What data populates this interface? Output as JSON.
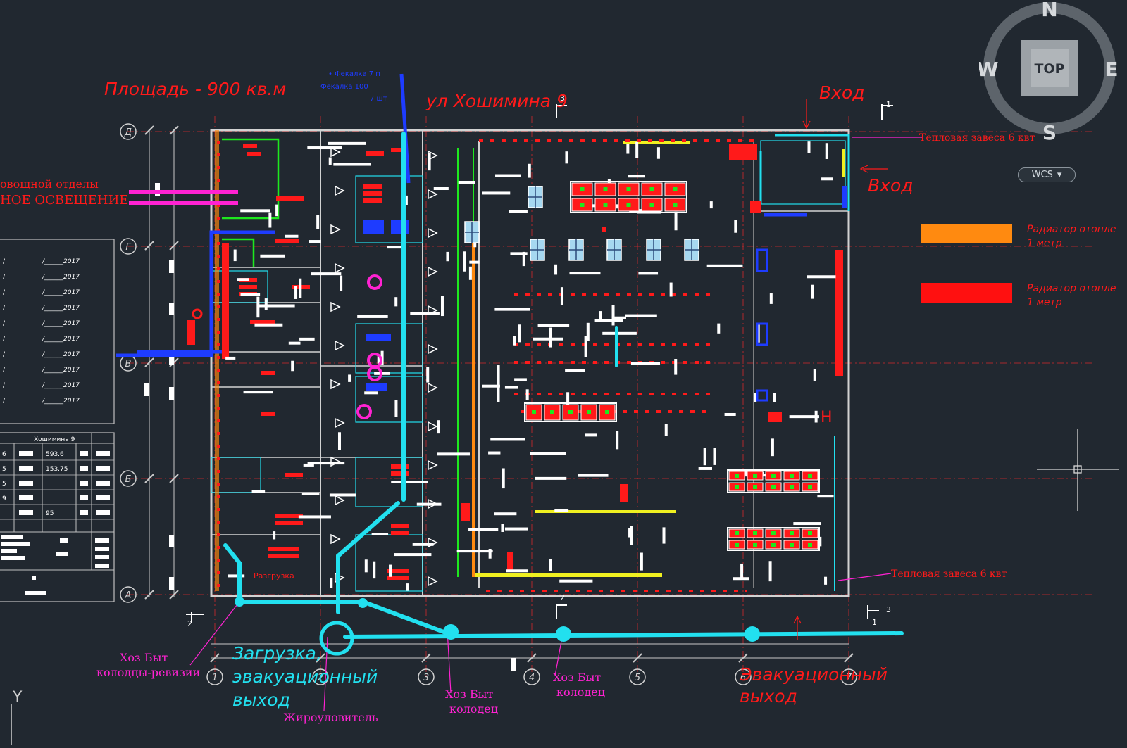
{
  "app": {
    "background": "#212830"
  },
  "plan": {
    "area_title": "Площадь - 900 кв.м",
    "street": "ул Хошимина 9",
    "entrance_1": "Вход",
    "entrance_2": "Вход",
    "curtain_top": "Тепловая завеса 6 квт",
    "curtain_bottom": "Тепловая завеса 6 квт",
    "left_note_1": "овощной отделы",
    "left_note_2": "НОЕ ОСВЕЩЕНИЕ",
    "loading_line_1": "Загрузка,",
    "loading_line_2": "эвакуационный",
    "loading_line_3": "выход",
    "evac_line_1": "Эвакуационный",
    "evac_line_2": "выход",
    "well_1_line_1": "Хоз Быт",
    "well_1_line_2": "колодцы-ревизии",
    "well_2_line_1": "Хоз Быт",
    "well_2_line_2": "колодец",
    "well_3_line_1": "Хоз Быт",
    "well_3_line_2": "колодец",
    "grease_trap": "Жироуловитель",
    "unloading": "Разгрузка",
    "riser_note_1": "• Фекалка 7 п",
    "riser_note_2": "Фекалка 100",
    "riser_note_3": "7 шт",
    "room_h_label": "H"
  },
  "grid": {
    "rows": [
      "Д",
      "Г",
      "В",
      "Б",
      "А"
    ],
    "cols": [
      "1",
      "2",
      "3",
      "4",
      "5",
      "6",
      "7"
    ],
    "section_marks": [
      "1",
      "2",
      "3",
      "1",
      "2",
      "3"
    ]
  },
  "legend": {
    "items": [
      {
        "label_1": "Радиатор отопле",
        "label_2": "1 метр",
        "color": "#ff8a10"
      },
      {
        "label_1": "Радиатор отопле",
        "label_2": "1 метр",
        "color": "#ff1010"
      }
    ]
  },
  "stamp": {
    "rows": [
      "/______2017",
      "/______2017",
      "/______2017",
      "/______2017",
      "/______2017",
      "/______2017",
      "/______2017",
      "/______2017",
      "/______2017",
      "/______2017"
    ]
  },
  "table": {
    "header": "Хошимина 9",
    "rows": [
      {
        "num": "6",
        "val": "593.6"
      },
      {
        "num": "5",
        "val": "153.75"
      },
      {
        "num": "5",
        "val": ""
      },
      {
        "num": "9",
        "val": ""
      },
      {
        "num": "",
        "val": "95"
      }
    ]
  },
  "viewcube": {
    "north": "N",
    "south": "S",
    "east": "E",
    "west": "W",
    "face": "TOP"
  },
  "wcs": {
    "label": "WCS",
    "arrow": "▾"
  },
  "ucs": {
    "y_label": "Y"
  },
  "colors": {
    "red": "#ff1a1a",
    "cyan": "#22e0ef",
    "magenta": "#ff22d2",
    "green": "#1ee81e",
    "blue": "#1e3cff",
    "yellow": "#f0f020",
    "orange": "#ff8a10",
    "white": "#ffffff",
    "wall": "#c9c9c9"
  }
}
